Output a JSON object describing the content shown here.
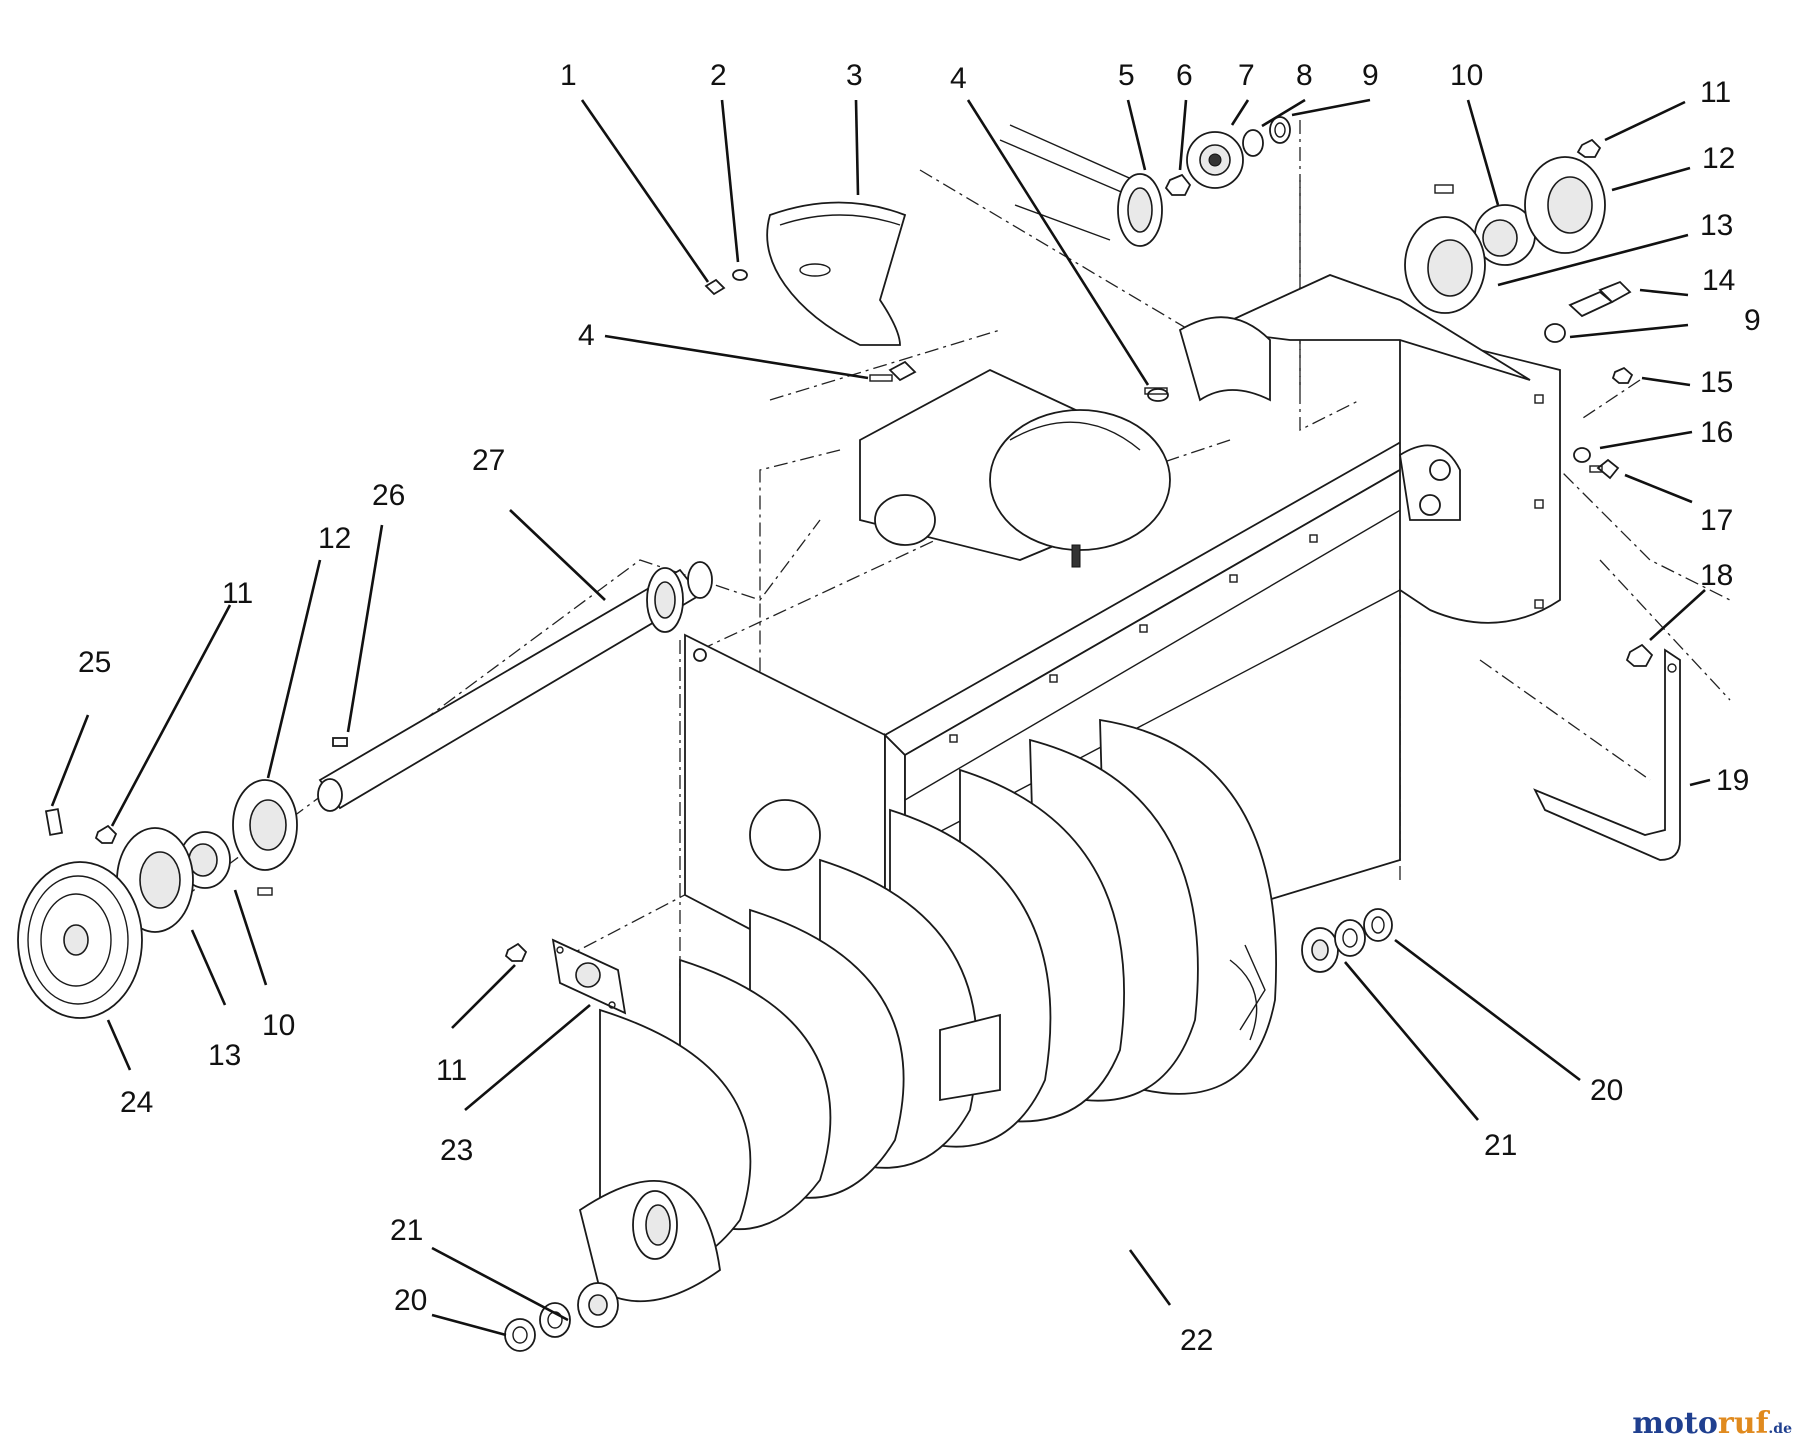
{
  "callouts": [
    {
      "id": "c1",
      "label": "1"
    },
    {
      "id": "c2",
      "label": "2"
    },
    {
      "id": "c3",
      "label": "3"
    },
    {
      "id": "c4a",
      "label": "4"
    },
    {
      "id": "c5",
      "label": "5"
    },
    {
      "id": "c6",
      "label": "6"
    },
    {
      "id": "c7",
      "label": "7"
    },
    {
      "id": "c8",
      "label": "8"
    },
    {
      "id": "c9a",
      "label": "9"
    },
    {
      "id": "c10a",
      "label": "10"
    },
    {
      "id": "c11a",
      "label": "11"
    },
    {
      "id": "c12a",
      "label": "12"
    },
    {
      "id": "c13a",
      "label": "13"
    },
    {
      "id": "c14",
      "label": "14"
    },
    {
      "id": "c9b",
      "label": "9"
    },
    {
      "id": "c15",
      "label": "15"
    },
    {
      "id": "c16",
      "label": "16"
    },
    {
      "id": "c17",
      "label": "17"
    },
    {
      "id": "c18",
      "label": "18"
    },
    {
      "id": "c19",
      "label": "19"
    },
    {
      "id": "c4b",
      "label": "4"
    },
    {
      "id": "c27",
      "label": "27"
    },
    {
      "id": "c26",
      "label": "26"
    },
    {
      "id": "c12b",
      "label": "12"
    },
    {
      "id": "c11b",
      "label": "11"
    },
    {
      "id": "c25",
      "label": "25"
    },
    {
      "id": "c24",
      "label": "24"
    },
    {
      "id": "c13b",
      "label": "13"
    },
    {
      "id": "c10b",
      "label": "10"
    },
    {
      "id": "c11c",
      "label": "11"
    },
    {
      "id": "c23",
      "label": "23"
    },
    {
      "id": "c20a",
      "label": "20"
    },
    {
      "id": "c21a",
      "label": "21"
    },
    {
      "id": "c22",
      "label": "22"
    },
    {
      "id": "c21b",
      "label": "21"
    },
    {
      "id": "c20b",
      "label": "20"
    }
  ],
  "watermark": {
    "part1": "moto",
    "part2": "ruf",
    "part3": ".de"
  }
}
